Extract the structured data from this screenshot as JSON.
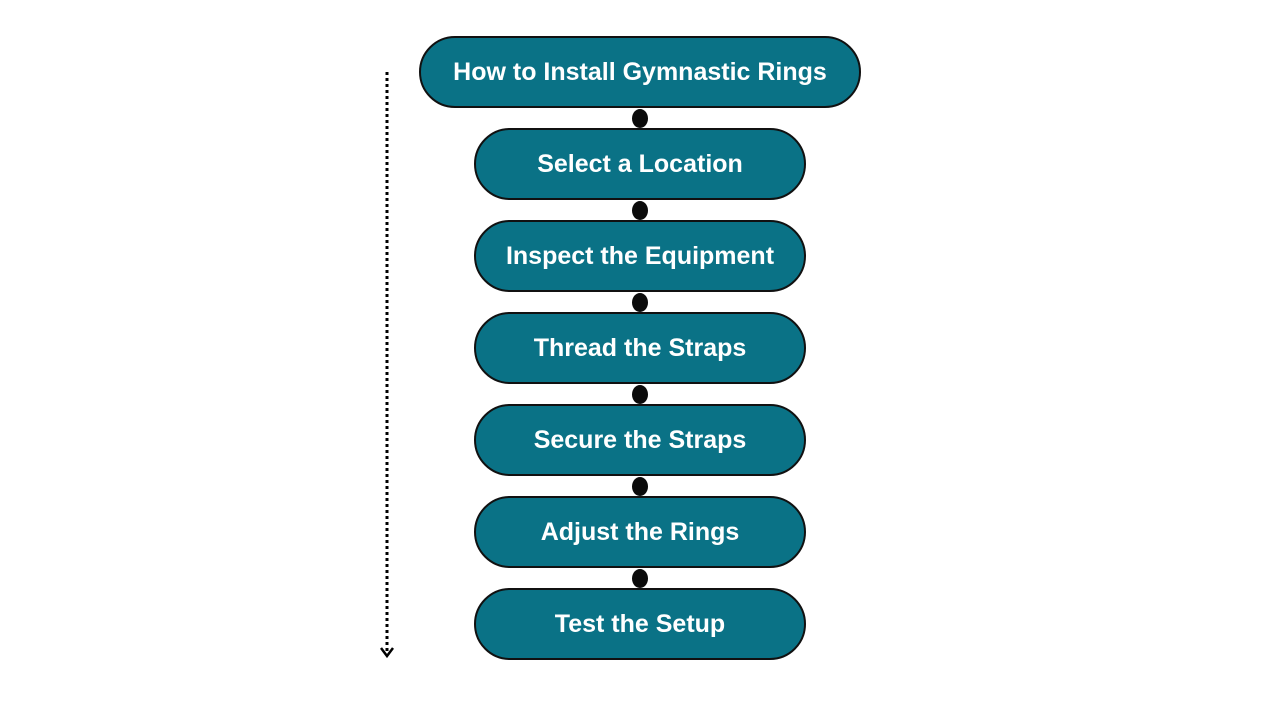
{
  "title": "How to Install Gymnastic Rings",
  "steps": [
    "Select a Location",
    "Inspect the Equipment",
    "Thread the Straps",
    "Secure the Straps",
    "Adjust the Rings",
    "Test the Setup"
  ],
  "colors": {
    "node_fill": "#0a7286",
    "node_border": "#111111",
    "node_text": "#ffffff",
    "connector": "#0b0b0b",
    "background": "#ffffff"
  }
}
